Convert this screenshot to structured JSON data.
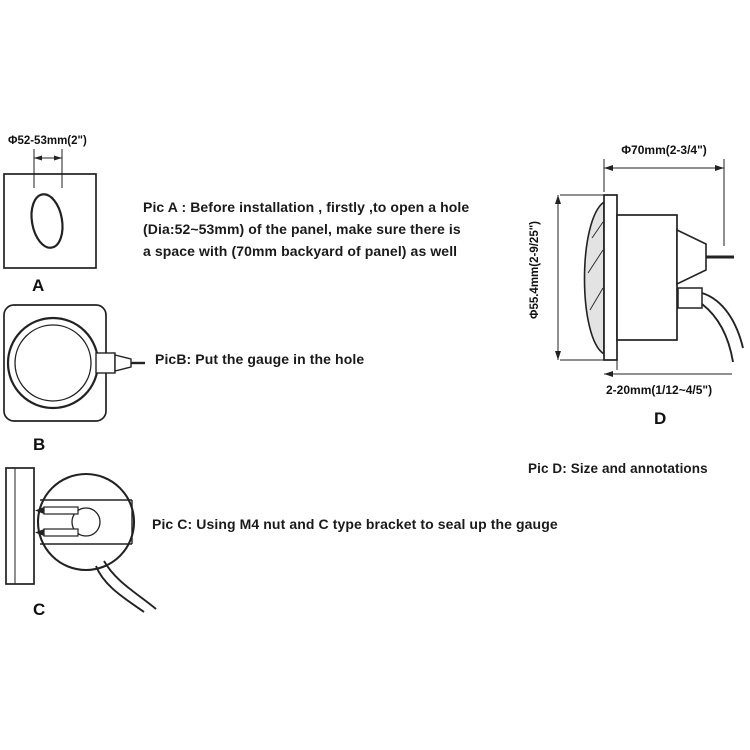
{
  "figures": {
    "a": {
      "label": "A",
      "dimension": "Φ52-53mm(2\")",
      "caption_lines": [
        "Pic A : Before installation , firstly ,to open a hole",
        "(Dia:52~53mm) of the panel, make sure there is",
        "a space with (70mm backyard of panel)  as well"
      ]
    },
    "b": {
      "label": "B",
      "caption": "PicB: Put the gauge in the hole"
    },
    "c": {
      "label": "C",
      "caption": "Pic C: Using M4 nut and C type bracket to seal up the gauge"
    },
    "d": {
      "label": "D",
      "dim_depth": "Φ70mm(2-3/4\")",
      "dim_diameter": "Φ55.4mm(2-9/25\")",
      "dim_panel": "2-20mm(1/12~4/5\")",
      "caption": "Pic D: Size and annotations"
    }
  },
  "colors": {
    "ink": "#1a1a1a"
  }
}
